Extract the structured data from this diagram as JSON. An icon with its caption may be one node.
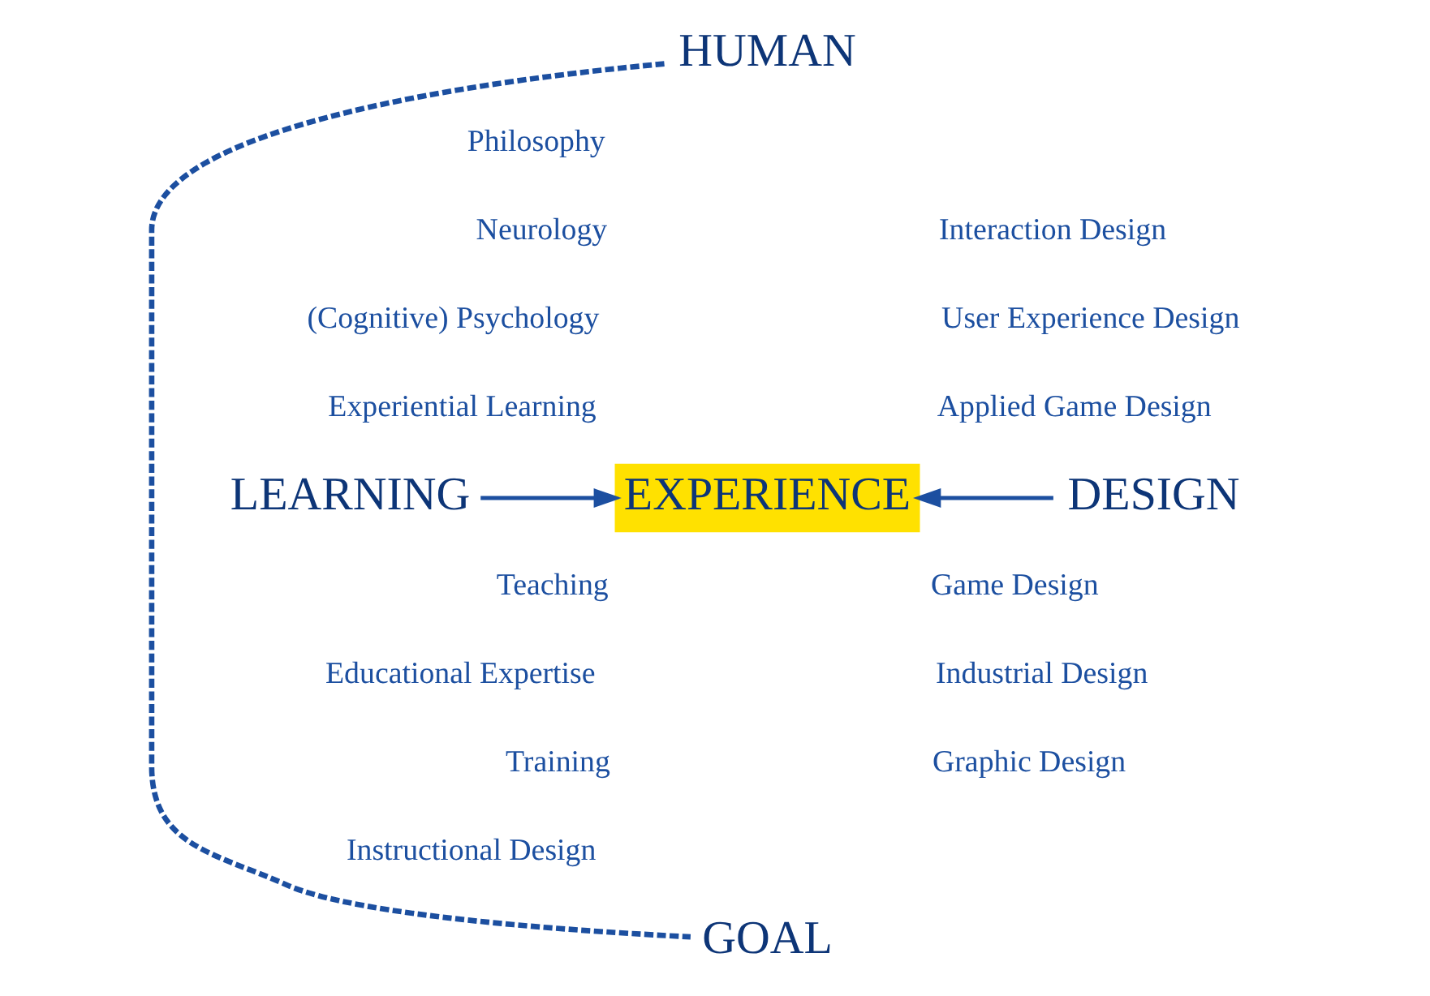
{
  "diagram": {
    "nodes": [
      {
        "text": [
          "HUMAN"
        ]
      },
      {
        "text": [
          "LEARNING"
        ]
      },
      {
        "text": [
          "EXPERIENCE"
        ]
      },
      {
        "text": [
          "DESIGN"
        ]
      },
      {
        "text": [
          "GOAL"
        ]
      }
    ],
    "edges": [
      {
        "from": 0,
        "to": 4,
        "arrow": "none",
        "style": "dashed"
      },
      {
        "from": 1,
        "to": 2,
        "arrow": "to"
      },
      {
        "from": 3,
        "to": 2,
        "arrow": "to"
      }
    ],
    "labels": [
      "Philosophy",
      "Neurology",
      "Interaction Design",
      "(Cognitive) Psychology",
      "User Experience Design",
      "Experiential Learning",
      "Applied Game Design",
      "Teaching",
      "Game Design",
      "Educational Expertise",
      "Industrial Design",
      "Training",
      "Graphic Design",
      "Instructional Design"
    ]
  }
}
